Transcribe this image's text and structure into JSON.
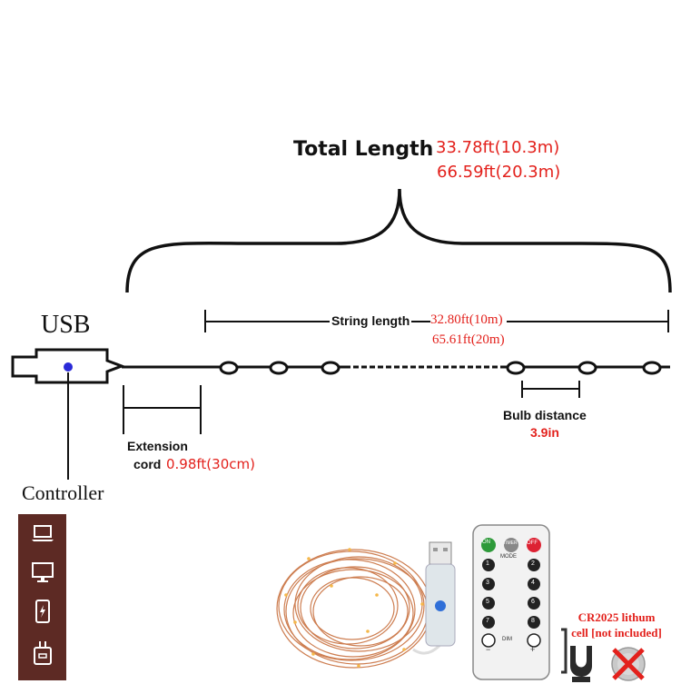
{
  "total_length": {
    "label": "Total Length",
    "value_1": "33.78ft(10.3m)",
    "value_2": "66.59ft(20.3m)"
  },
  "string_length": {
    "label": "String length",
    "value_1": "32.80ft(10m)",
    "value_2": "65.61ft(20m)"
  },
  "usb_label": "USB",
  "controller_label": "Controller",
  "extension_cord": {
    "label_line1": "Extension",
    "label_line2": "cord",
    "value": "0.98ft(30cm)"
  },
  "bulb_distance": {
    "label": "Bulb distance",
    "value": "3.9in"
  },
  "remote": {
    "on_label": "ON",
    "timer_label": "TIMER",
    "off_label": "OFF",
    "mode_label": "MODE",
    "dim_label": "DIM",
    "keys": [
      "1",
      "2",
      "3",
      "4",
      "5",
      "6",
      "7",
      "8"
    ],
    "minus": "−",
    "plus": "+"
  },
  "battery_note": {
    "line1": "CR2025 lithum",
    "line2": "cell [not included]"
  },
  "compatible_icons": [
    "laptop-icon",
    "monitor-icon",
    "power-bank-icon",
    "usb-adapter-icon"
  ],
  "colors": {
    "accent_red": "#e3211c",
    "panel_brown": "#5d2a24",
    "wire_dark": "#111111",
    "copper": "#c8703e"
  }
}
